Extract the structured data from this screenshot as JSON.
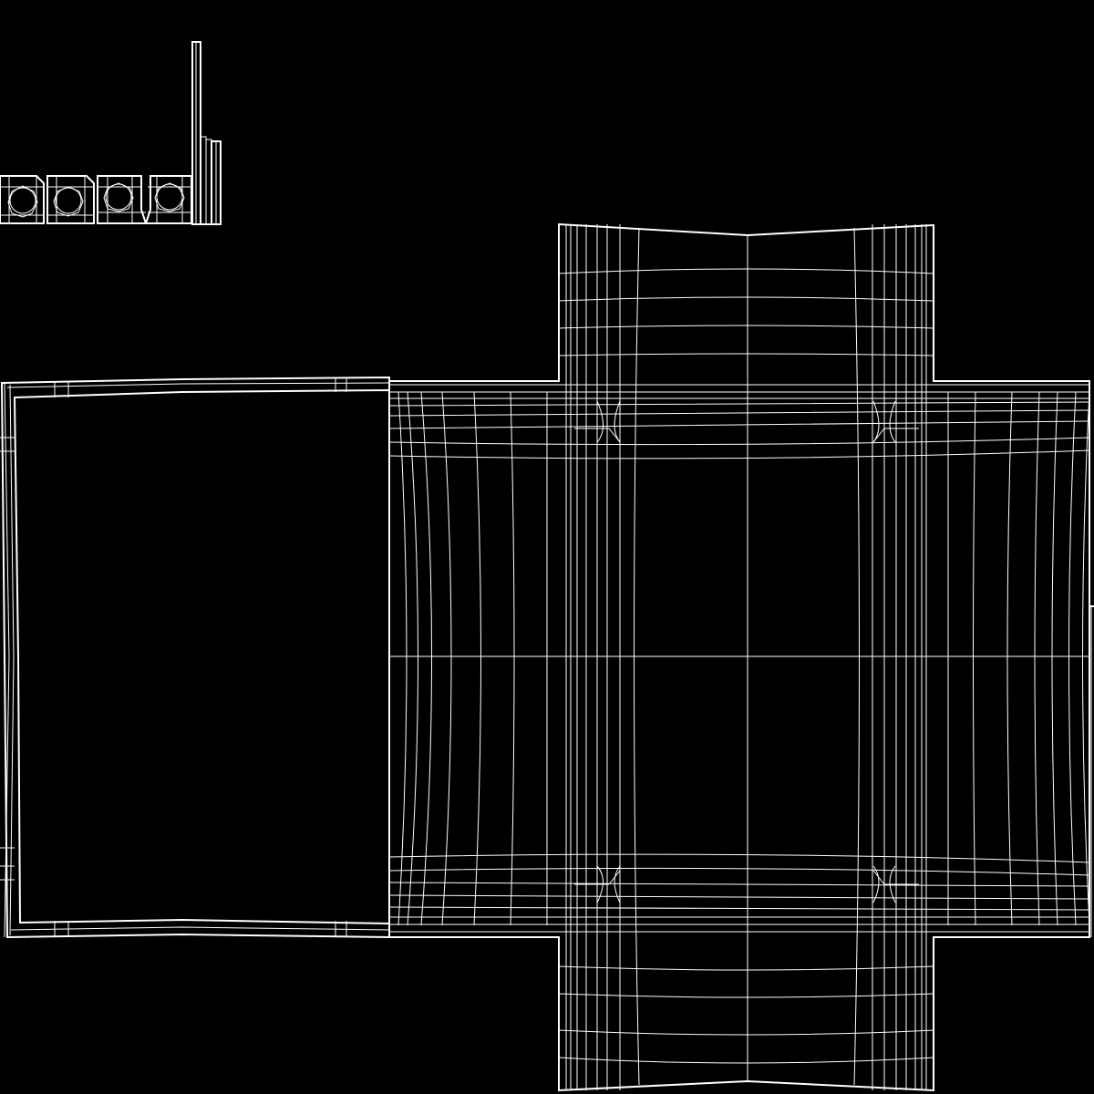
{
  "canvas": {
    "background": "#000000",
    "wire_color": "#ffffff"
  },
  "islands": [
    {
      "name": "small-rivet-islands",
      "count": 4
    },
    {
      "name": "vertical-strip-island"
    },
    {
      "name": "left-panel-island"
    },
    {
      "name": "cross-body-island"
    },
    {
      "name": "right-edge-sliver-island"
    }
  ]
}
